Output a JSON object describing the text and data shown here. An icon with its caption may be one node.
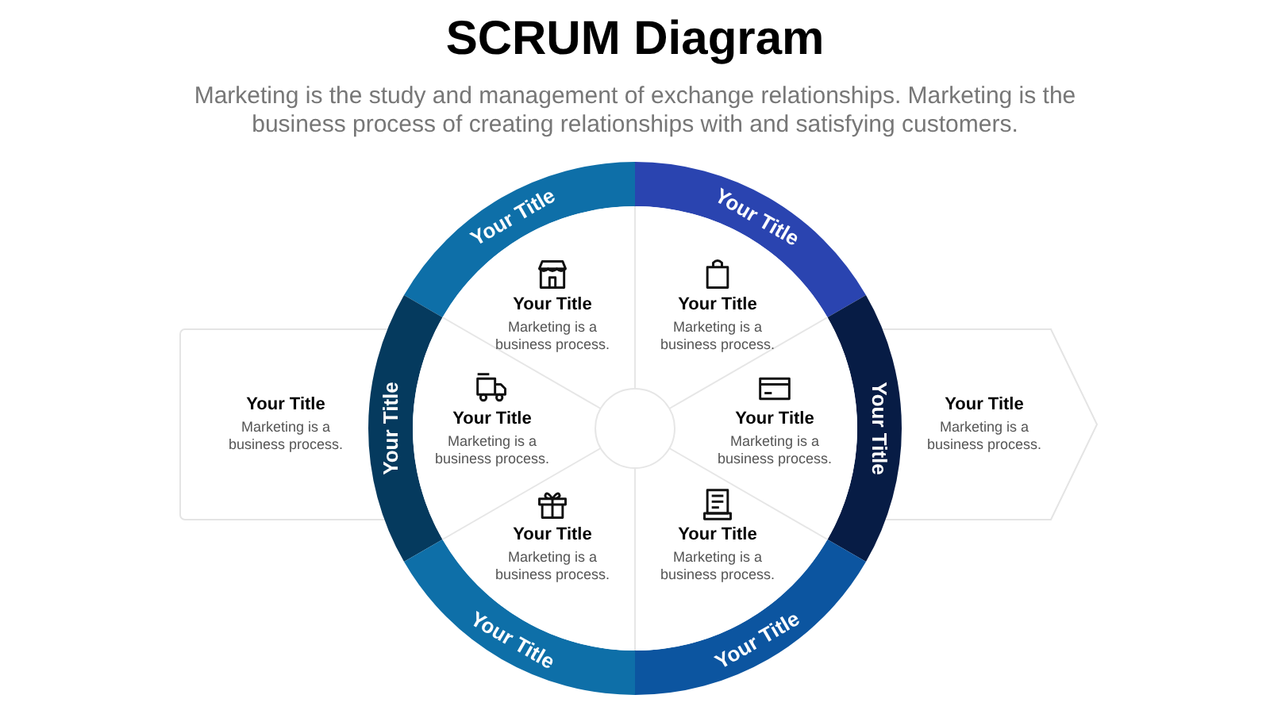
{
  "diagram": {
    "title": "SCRUM Diagram",
    "nodes": [
      {
        "text": [
          "Your Title",
          "Marketing is a business process."
        ]
      },
      {
        "text": [
          "Your Title",
          "Marketing is a business process."
        ]
      },
      {
        "text": [
          "Your Title"
        ]
      },
      {
        "text": [
          "Your Title"
        ]
      },
      {
        "text": [
          "Your Title"
        ]
      },
      {
        "text": [
          "Your Title"
        ]
      },
      {
        "text": [
          "Your Title"
        ]
      },
      {
        "text": [
          "Your Title"
        ]
      },
      {
        "text": [
          "Your Title",
          "Marketing is a business process."
        ]
      },
      {
        "text": [
          "Your Title",
          "Marketing is a business process."
        ]
      },
      {
        "text": [
          "Your Title",
          "Marketing is a business process."
        ]
      },
      {
        "text": [
          "Your Title",
          "Marketing is a business process."
        ]
      },
      {
        "text": [
          "Your Title",
          "Marketing is a business process."
        ]
      },
      {
        "text": [
          "Your Title",
          "Marketing is a business process."
        ]
      },
      {
        "text": [],
        "shape": "circle"
      }
    ],
    "edges": [],
    "labels": [
      "Marketing is the study and management of exchange relationships. Marketing is the business process of creating relationships with and satisfying customers."
    ]
  }
}
